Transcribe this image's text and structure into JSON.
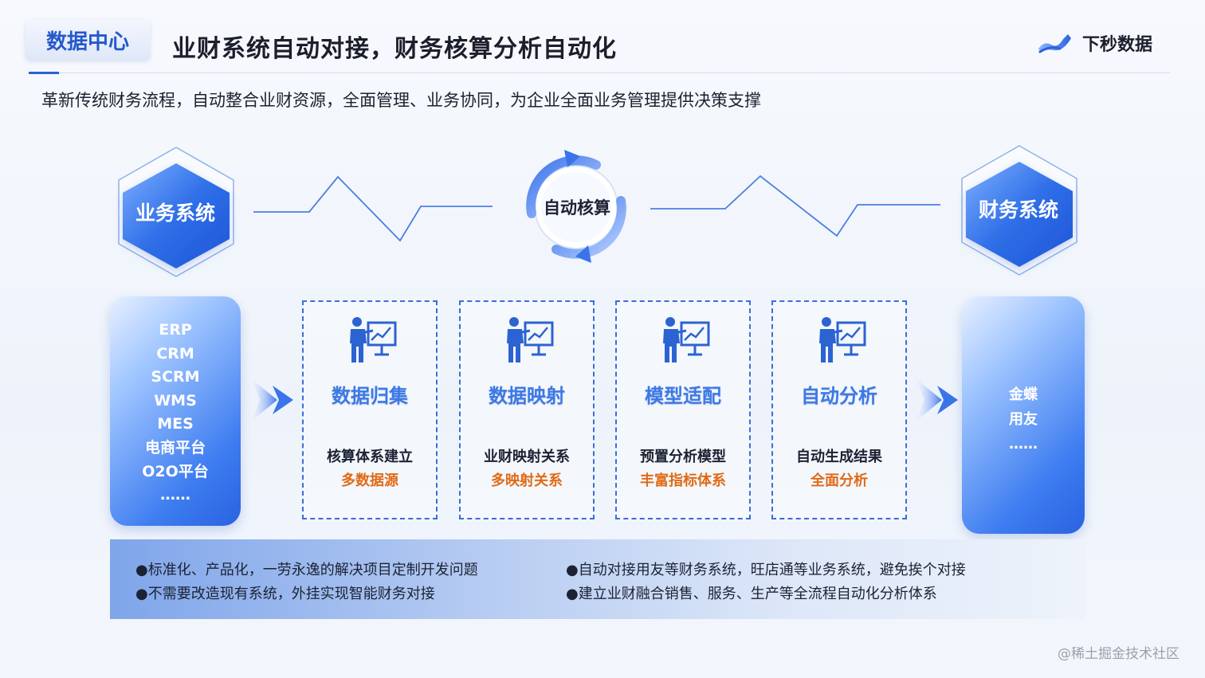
{
  "header": {
    "tag": "数据中心",
    "title": "业财系统自动对接，财务核算分析自动化",
    "logo_text": "下秒数据",
    "subtitle": "革新传统财务流程，自动整合业财资源，全面管理、业务协同，为企业全面业务管理提供决策支撑"
  },
  "flow": {
    "left_hex": "业务系统",
    "center": "自动核算",
    "right_hex": "财务系统"
  },
  "left_systems": [
    "ERP",
    "CRM",
    "SCRM",
    "WMS",
    "MES",
    "电商平台",
    "O2O平台",
    "……"
  ],
  "right_systems": [
    "金蝶",
    "用友",
    "……"
  ],
  "steps": [
    {
      "title": "数据归集",
      "line1": "核算体系建立",
      "line2": "多数据源"
    },
    {
      "title": "数据映射",
      "line1": "业财映射关系",
      "line2": "多映射关系"
    },
    {
      "title": "模型适配",
      "line1": "预置分析模型",
      "line2": "丰富指标体系"
    },
    {
      "title": "自动分析",
      "line1": "自动生成结果",
      "line2": "全面分析"
    }
  ],
  "bullets": {
    "left": [
      "●标准化、产品化，一劳永逸的解决项目定制开发问题",
      "●不需要改造现有系统，外挂实现智能财务对接"
    ],
    "right": [
      "●自动对接用友等财务系统，旺店通等业务系统，避免挨个对接",
      "●建立业财融合销售、服务、生产等全流程自动化分析体系"
    ]
  },
  "watermark": "@稀土掘金技术社区",
  "colors": {
    "accent": "#2a62d6",
    "step_title": "#3c79e6",
    "highlight": "#e06a16"
  },
  "icons": {
    "logo": "logo-icon",
    "step": "presentation-chart-icon",
    "arrow": "arrow-right-icon",
    "cycle": "cycle-arrows-icon"
  }
}
